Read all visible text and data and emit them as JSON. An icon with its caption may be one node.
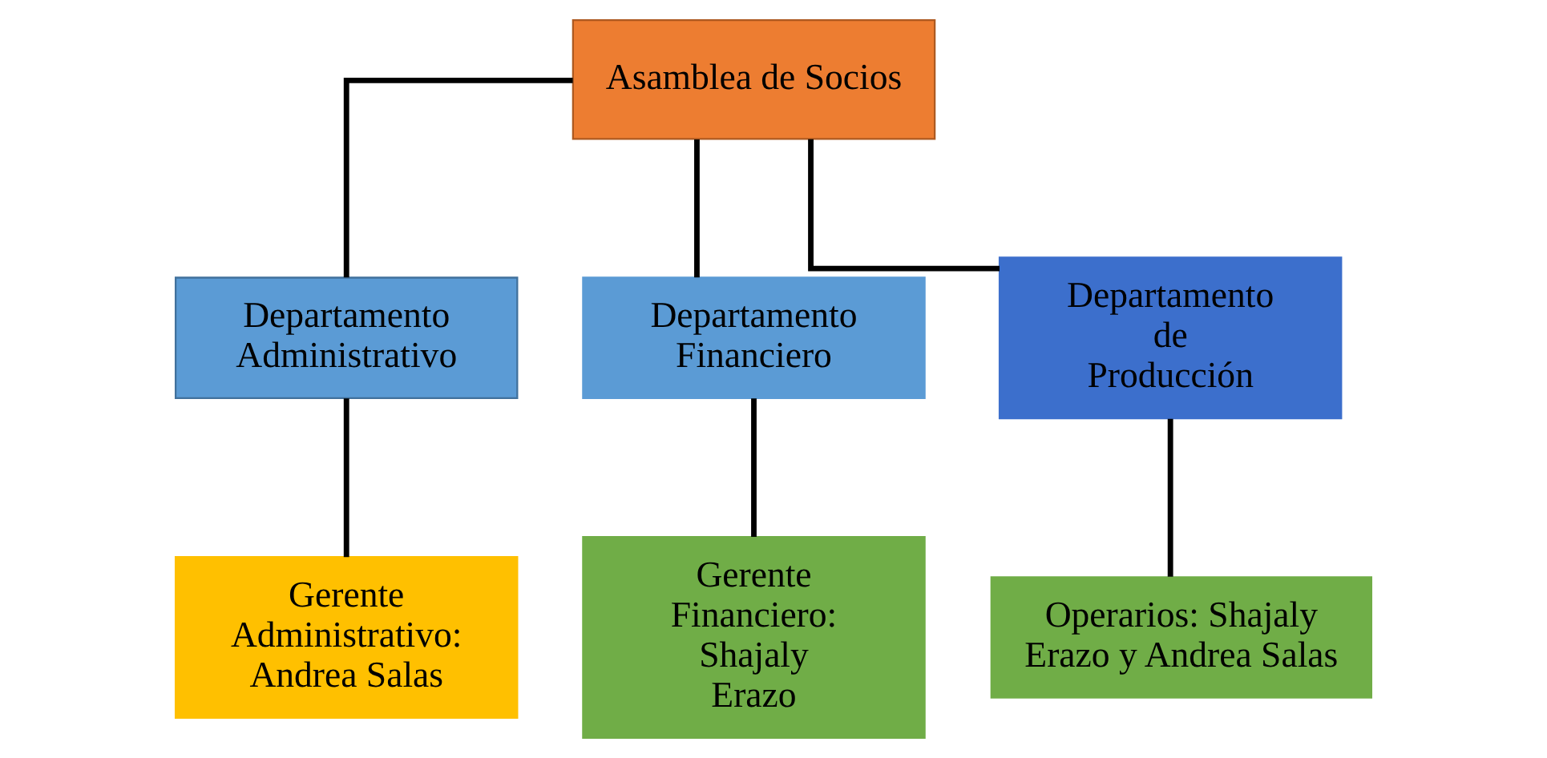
{
  "diagram": {
    "nodes": [
      {
        "text": [
          "Asamblea de Socios"
        ]
      },
      {
        "text": [
          "Departamento Administrativo"
        ]
      },
      {
        "text": [
          "Departamento Financiero"
        ]
      },
      {
        "text": [
          "Departamento de Producción"
        ]
      },
      {
        "text": [
          "Gerente Administrativo: Andrea Salas"
        ]
      },
      {
        "text": [
          "Gerente Financiero: Shajaly Erazo"
        ]
      },
      {
        "text": [
          "Operarios: Shajaly Erazo y Andrea Salas"
        ]
      }
    ],
    "edges": [
      {
        "from": 0,
        "to": 1,
        "arrow": "none"
      },
      {
        "from": 0,
        "to": 2,
        "arrow": "none"
      },
      {
        "from": 0,
        "to": 3,
        "arrow": "none"
      },
      {
        "from": 1,
        "to": 4,
        "arrow": "none"
      },
      {
        "from": 2,
        "to": 5,
        "arrow": "none"
      },
      {
        "from": 3,
        "to": 6,
        "arrow": "none"
      }
    ]
  }
}
